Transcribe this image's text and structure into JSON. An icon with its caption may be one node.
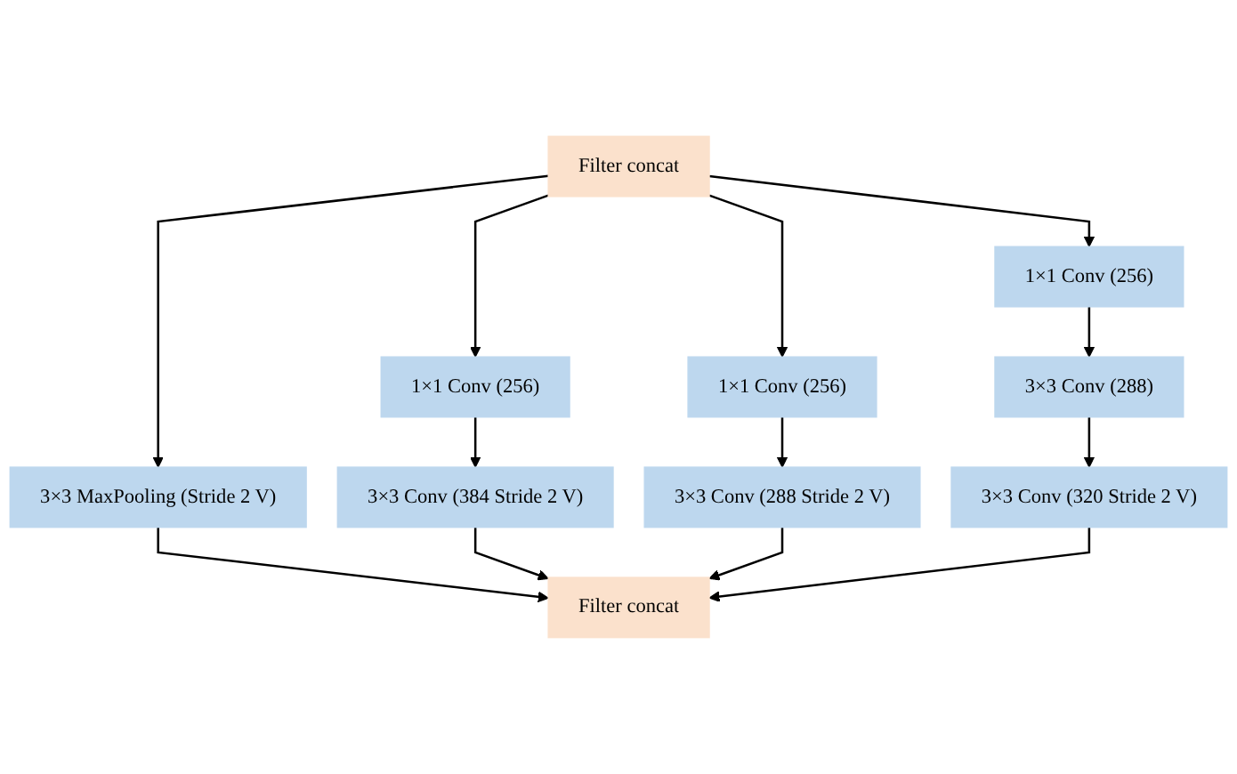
{
  "diagram": {
    "nodes": [
      {
        "text": [
          "Filter concat"
        ]
      },
      {
        "text": [
          "1×1 Conv (256)"
        ]
      },
      {
        "text": [
          "3×3 Conv (384 Stride 2 V)"
        ]
      },
      {
        "text": [
          "1×1 Conv (256)"
        ]
      },
      {
        "text": [
          "3×3 Conv (288 Stride 2 V)"
        ]
      },
      {
        "text": [
          "1×1 Conv (256)"
        ]
      },
      {
        "text": [
          "3×3 Conv (288)"
        ]
      },
      {
        "text": [
          "3×3 MaxPooling (Stride 2 V)"
        ]
      },
      {
        "text": [
          "3×3 Conv (320 Stride 2 V)"
        ]
      },
      {
        "text": [
          "Filter concat"
        ]
      }
    ],
    "edges": [
      {
        "from": 0,
        "to": 7,
        "arrow": "to"
      },
      {
        "from": 0,
        "to": 1,
        "arrow": "to"
      },
      {
        "from": 0,
        "to": 3,
        "arrow": "to"
      },
      {
        "from": 0,
        "to": 5,
        "arrow": "to"
      },
      {
        "from": 1,
        "to": 2,
        "arrow": "to"
      },
      {
        "from": 3,
        "to": 4,
        "arrow": "to"
      },
      {
        "from": 5,
        "to": 6,
        "arrow": "to"
      },
      {
        "from": 6,
        "to": 8,
        "arrow": "to"
      },
      {
        "from": 7,
        "to": 9,
        "arrow": "to"
      },
      {
        "from": 2,
        "to": 9,
        "arrow": "to"
      },
      {
        "from": 4,
        "to": 9,
        "arrow": "to"
      },
      {
        "from": 8,
        "to": 9,
        "arrow": "to"
      }
    ]
  }
}
